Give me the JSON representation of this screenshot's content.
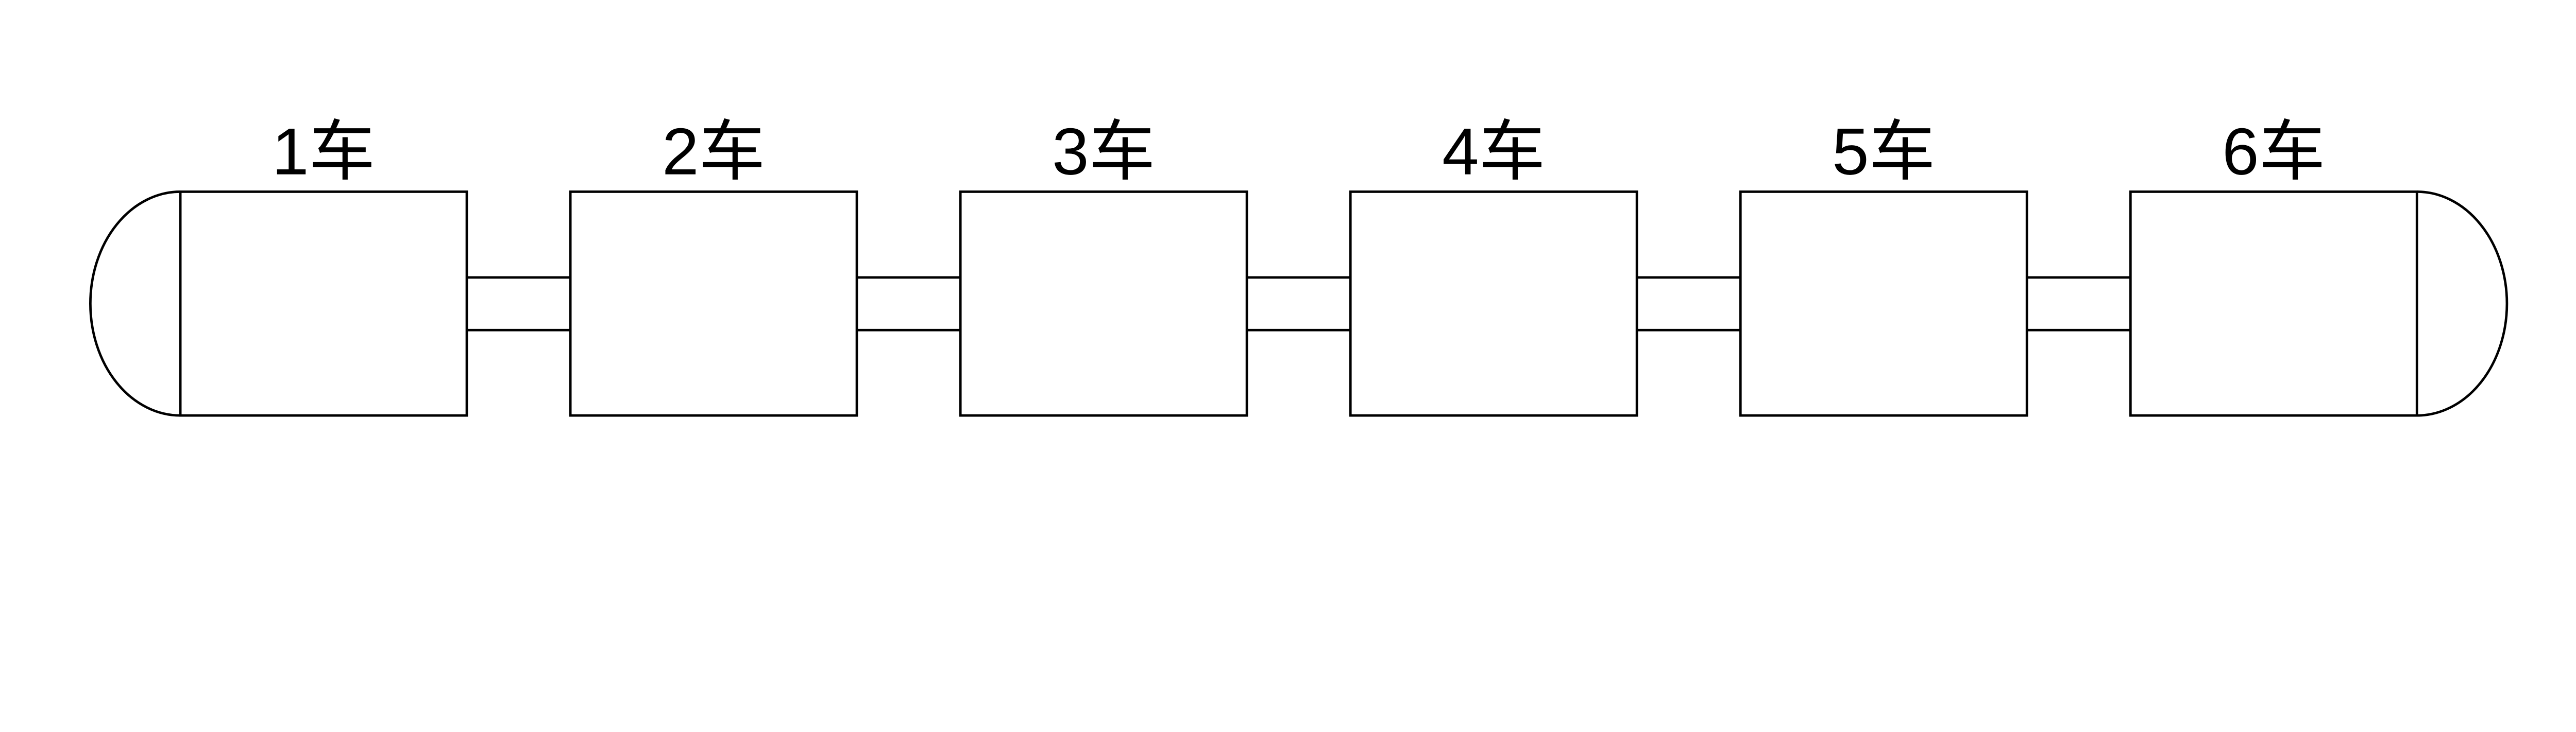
{
  "diagram": {
    "type": "train-consist-diagram",
    "background_color": "#ffffff",
    "line_color": "#000000",
    "cars": [
      {
        "label": "1车"
      },
      {
        "label": "2车"
      },
      {
        "label": "3车"
      },
      {
        "label": "4车"
      },
      {
        "label": "5车"
      },
      {
        "label": "6车"
      }
    ],
    "front_nose": "left",
    "rear_nose": "right",
    "coupler_count": 5
  }
}
